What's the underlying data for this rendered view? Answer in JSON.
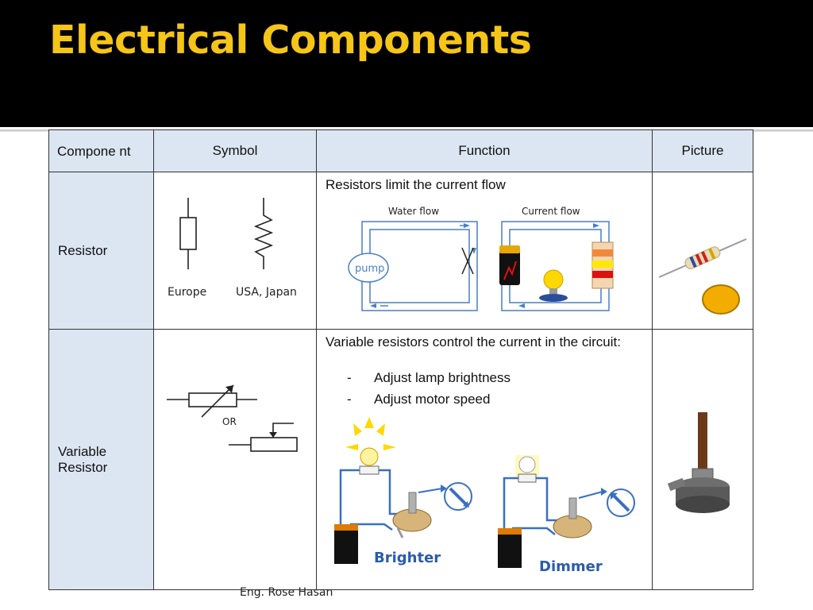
{
  "slide": {
    "title": "Electrical Components",
    "footer": "Eng. Rose Hasan"
  },
  "table": {
    "headers": [
      "Compone nt",
      "Symbol",
      "Function",
      "Picture"
    ],
    "rows": [
      {
        "component": "Resistor",
        "symbol_labels": [
          "Europe",
          "USA, Japan"
        ],
        "function_text": "Resistors limit the current flow",
        "diagram_labels": [
          "Water flow",
          "Current flow",
          "pump"
        ]
      },
      {
        "component": "Variable Resistor",
        "symbol_labels": [
          "OR"
        ],
        "function_text": "Variable resistors control the current in the circuit:",
        "bullets": [
          "Adjust lamp brightness",
          "Adjust motor speed"
        ],
        "diagram_labels": [
          "Brighter",
          "Dimmer"
        ]
      }
    ]
  },
  "colors": {
    "title": "#f5c518",
    "header_bg": "#dce6f2",
    "diagram_blue": "#4a7fc1",
    "label_blue": "#2a5caa"
  }
}
